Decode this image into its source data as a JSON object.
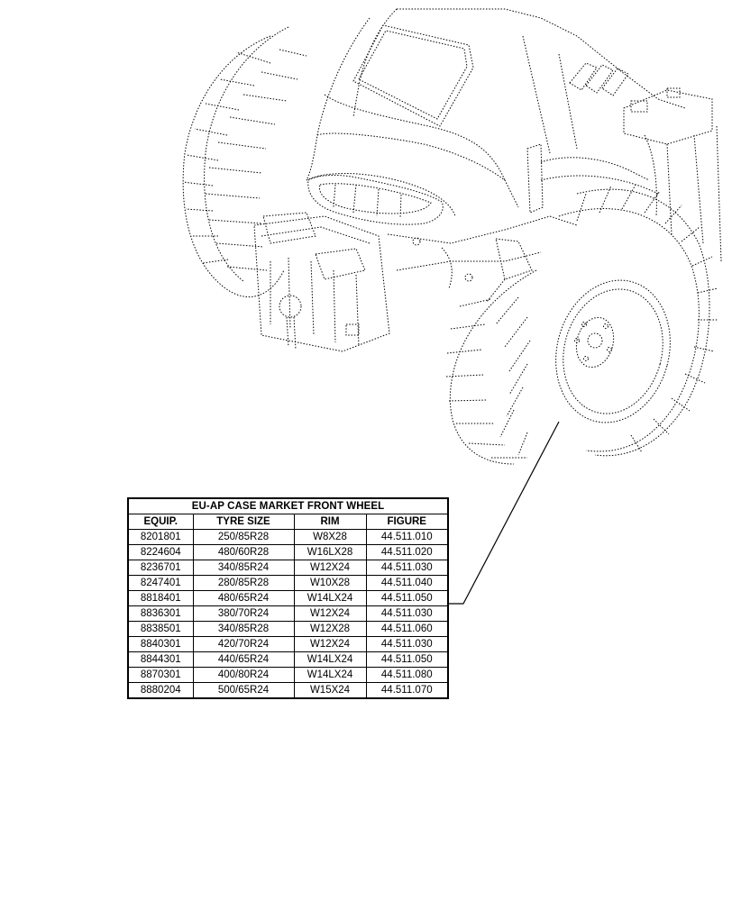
{
  "table": {
    "title": "EU-AP CASE MARKET FRONT WHEEL",
    "headers": [
      "EQUIP.",
      "TYRE SIZE",
      "RIM",
      "FIGURE"
    ],
    "rows": [
      [
        "8201801",
        "250/85R28",
        "W8X28",
        "44.511.010"
      ],
      [
        "8224604",
        "480/60R28",
        "W16LX28",
        "44.511.020"
      ],
      [
        "8236701",
        "340/85R24",
        "W12X24",
        "44.511.030"
      ],
      [
        "8247401",
        "280/85R28",
        "W10X28",
        "44.511.040"
      ],
      [
        "8818401",
        "480/65R24",
        "W14LX24",
        "44.511.050"
      ],
      [
        "8836301",
        "380/70R24",
        "W12X24",
        "44.511.030"
      ],
      [
        "8838501",
        "340/85R28",
        "W12X28",
        "44.511.060"
      ],
      [
        "8840301",
        "420/70R24",
        "W12X24",
        "44.511.030"
      ],
      [
        "8844301",
        "440/65R24",
        "W14LX24",
        "44.511.050"
      ],
      [
        "8870301",
        "400/80R24",
        "W14LX24",
        "44.511.080"
      ],
      [
        "8880204",
        "500/65R24",
        "W15X24",
        "44.511.070"
      ]
    ]
  },
  "drawing": {
    "subject": "tractor-front-wheel-illustration"
  }
}
